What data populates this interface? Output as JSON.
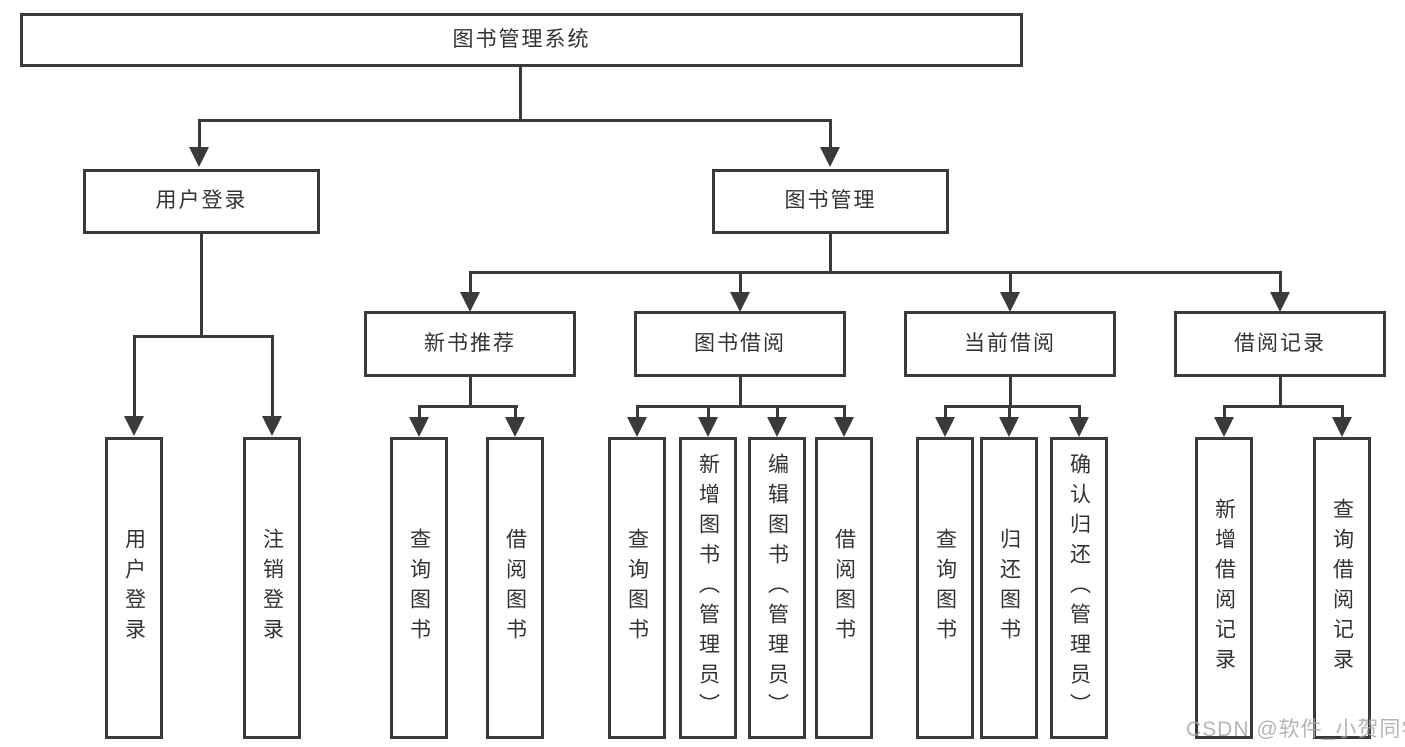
{
  "diagram": {
    "root": {
      "label": "图书管理系统"
    },
    "level2": [
      {
        "id": "user-login",
        "label": "用户登录"
      },
      {
        "id": "book-management",
        "label": "图书管理"
      }
    ],
    "level3": [
      {
        "id": "new-book-recommend",
        "label": "新书推荐",
        "parent": "图书管理"
      },
      {
        "id": "book-borrow",
        "label": "图书借阅",
        "parent": "图书管理"
      },
      {
        "id": "current-borrow",
        "label": "当前借阅",
        "parent": "图书管理"
      },
      {
        "id": "borrow-record",
        "label": "借阅记录",
        "parent": "图书管理"
      }
    ],
    "leaves": [
      {
        "label": "用户登录",
        "parent": "用户登录"
      },
      {
        "label": "注销登录",
        "parent": "用户登录"
      },
      {
        "label": "查询图书",
        "parent": "新书推荐"
      },
      {
        "label": "借阅图书",
        "parent": "新书推荐"
      },
      {
        "label": "查询图书",
        "parent": "图书借阅"
      },
      {
        "label": "新增图书（管理员）",
        "parent": "图书借阅"
      },
      {
        "label": "编辑图书（管理员）",
        "parent": "图书借阅"
      },
      {
        "label": "借阅图书",
        "parent": "图书借阅"
      },
      {
        "label": "查询图书",
        "parent": "当前借阅"
      },
      {
        "label": "归还图书",
        "parent": "当前借阅"
      },
      {
        "label": "确认归还（管理员）",
        "parent": "当前借阅"
      },
      {
        "label": "新增借阅记录",
        "parent": "借阅记录"
      },
      {
        "label": "查询借阅记录",
        "parent": "借阅记录"
      }
    ],
    "colors": {
      "line": "#3a3a3a",
      "text": "#333333",
      "watermark": "#a9a9a9",
      "bg": "#ffffff"
    }
  },
  "watermark": {
    "text": "CSDN @软件_小贺同学"
  }
}
